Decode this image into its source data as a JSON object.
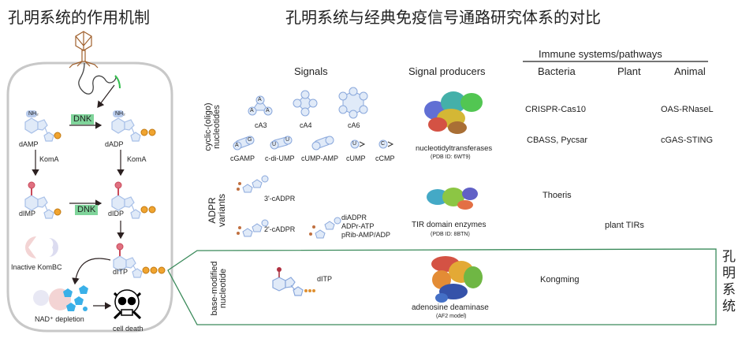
{
  "left_panel": {
    "title": "孔明系统的作用机制",
    "molecules": {
      "dAMP": "dAMP",
      "dADP": "dADP",
      "dIMP": "dIMP",
      "dIDP": "dIDP",
      "dITP": "dITP",
      "nh2": "NH₂",
      "phosphate": "P"
    },
    "enzymes": {
      "dnk_top": "DNK",
      "dnk_bottom": "DNK",
      "koma_left": "KomA",
      "koma_right": "KomA"
    },
    "inactive_label": "Inactive KomBC",
    "nad_label": "NAD⁺ depletion",
    "death_label": "cell death",
    "colors": {
      "dnk_highlight": "#7fd49a",
      "phosphate": "#f0a430",
      "nucleotide_ring": "#a8c0e8",
      "inosine_oxygen": "#c84a5a",
      "cell_border": "#c8c8c8",
      "phage": "#a0602c"
    }
  },
  "right_panel": {
    "title": "孔明系统与经典免疫信号通路研究体系的对比",
    "headers": {
      "signals": "Signals",
      "producers": "Signal producers",
      "group": "Immune systems/pathways",
      "bacteria": "Bacteria",
      "plant": "Plant",
      "animal": "Animal"
    },
    "rows": [
      {
        "category": [
          "cyclic-(oligo)",
          "nucleotides"
        ],
        "signals_row1": [
          "cA3",
          "cA4",
          "cA6"
        ],
        "signals_row2": [
          "cGAMP",
          "c-di-UMP",
          "cUMP-AMP",
          "cUMP",
          "cCMP"
        ],
        "producer": "nucleotidyltransferases",
        "producer_note": "(PDB ID: 6WT9)",
        "bacteria": [
          "CRISPR-Cas10",
          "CBASS, Pycsar"
        ],
        "plant": [],
        "animal": [
          "OAS-RNaseL",
          "cGAS-STING"
        ]
      },
      {
        "category": [
          "ADPR",
          "variants"
        ],
        "signals": [
          "3'-cADPR",
          "2'-cADPR"
        ],
        "signals_group": [
          "diADPR",
          "ADPr-ATP",
          "pRib-AMP/ADP"
        ],
        "producer": "TIR domain enzymes",
        "producer_note": "(PDB ID: 8BTN)",
        "bacteria": [
          "Thoeris"
        ],
        "plant": [
          "plant TIRs"
        ],
        "animal": []
      },
      {
        "category": [
          "base-modified",
          "nucleotide"
        ],
        "signals": [
          "dITP"
        ],
        "producer": "adenosine deaminase",
        "producer_note": "(AF2 model)",
        "bacteria": [
          "Kongming"
        ],
        "plant": [],
        "animal": []
      }
    ],
    "side_label": [
      "孔",
      "明",
      "系",
      "统"
    ],
    "ring_letters": {
      "A": "A",
      "G": "G",
      "U": "U",
      "C": "C"
    },
    "colors": {
      "highlight_border": "#3a8a5a"
    }
  }
}
